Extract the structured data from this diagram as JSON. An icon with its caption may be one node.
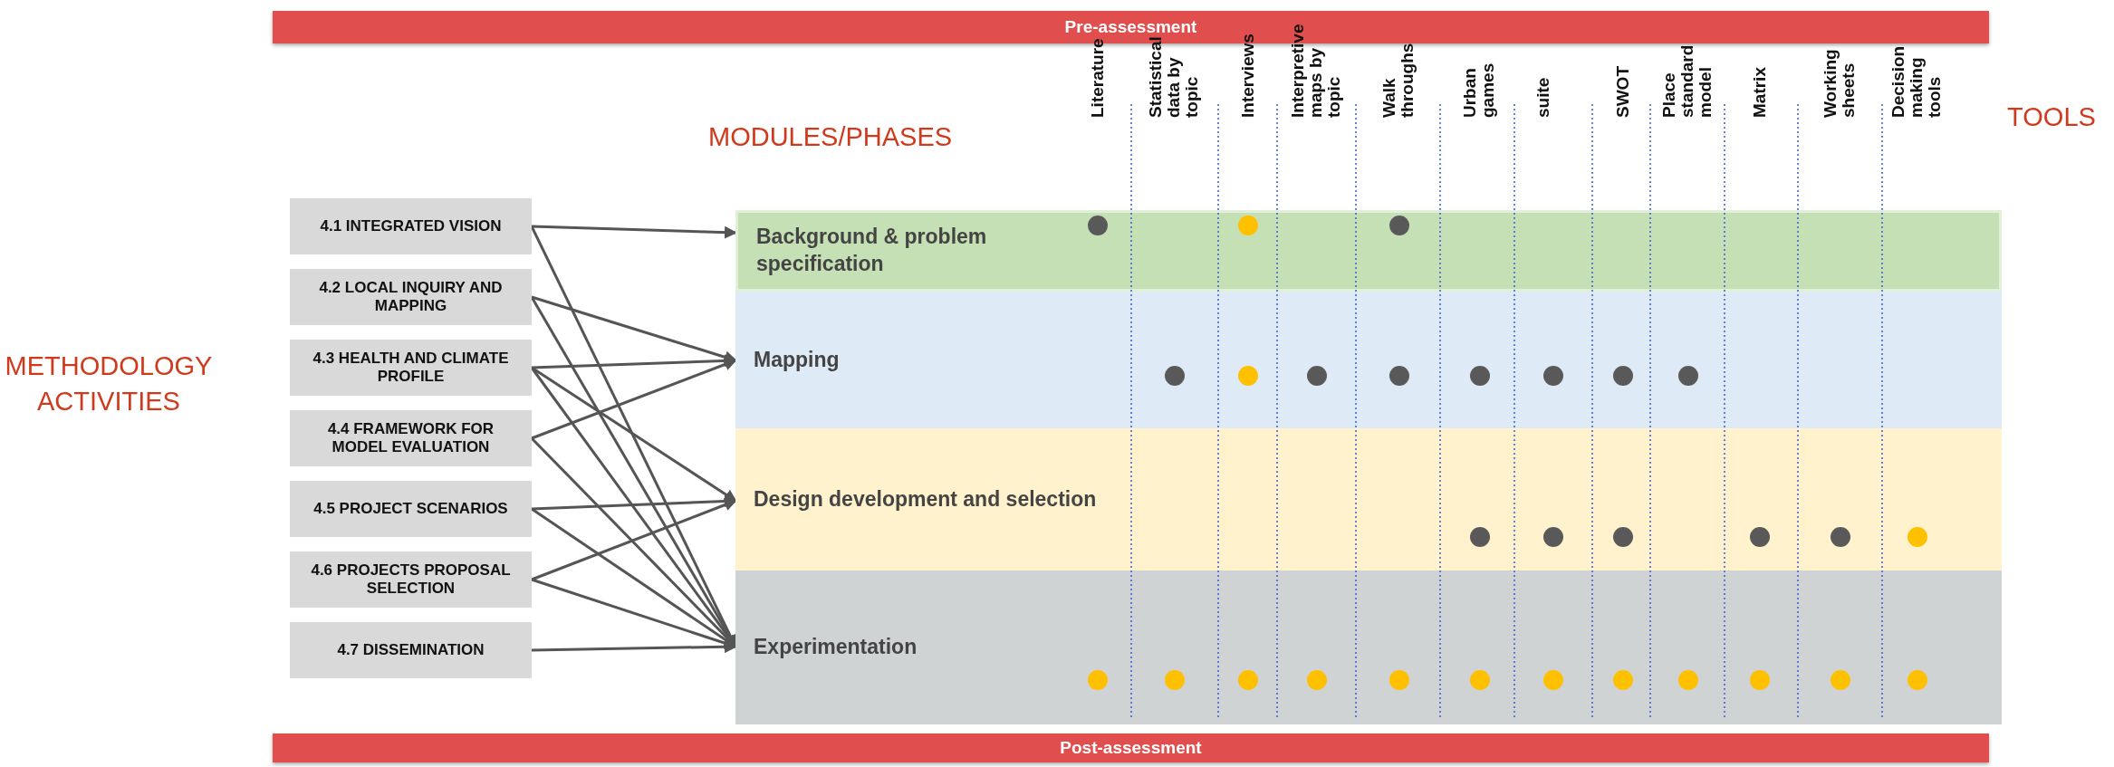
{
  "diagram": {
    "nodes": [
      {
        "text": [
          "Pre-assessment"
        ]
      },
      {
        "text": [
          "4.1 INTEGRATED VISION"
        ]
      },
      {
        "text": [
          "4.2 LOCAL INQUIRY AND MAPPING"
        ]
      },
      {
        "text": [
          "4.3 HEALTH AND CLIMATE PROFILE"
        ]
      },
      {
        "text": [
          "4.4 FRAMEWORK FOR MODEL EVALUATION"
        ]
      },
      {
        "text": [
          "4.5 PROJECT SCENARIOS"
        ]
      },
      {
        "text": [
          "4.6 PROJECTS PROPOSAL SELECTION"
        ]
      },
      {
        "text": [
          "4.7 DISSEMINATION"
        ]
      },
      {
        "text": [
          "Background & problem specification"
        ]
      },
      {
        "text": [
          "Mapping"
        ]
      },
      {
        "text": [
          "Design development and selection"
        ]
      },
      {
        "text": [
          "Experimentation"
        ]
      },
      {
        "text": [
          "Post-assessment"
        ]
      }
    ],
    "edges": [
      {
        "from": 1,
        "to": 8,
        "arrow": "to"
      },
      {
        "from": 1,
        "to": 11,
        "arrow": "to"
      },
      {
        "from": 2,
        "to": 9,
        "arrow": "to"
      },
      {
        "from": 2,
        "to": 11,
        "arrow": "to"
      },
      {
        "from": 3,
        "to": 9,
        "arrow": "to"
      },
      {
        "from": 3,
        "to": 10,
        "arrow": "to"
      },
      {
        "from": 3,
        "to": 11,
        "arrow": "to"
      },
      {
        "from": 4,
        "to": 9,
        "arrow": "to"
      },
      {
        "from": 4,
        "to": 11,
        "arrow": "to"
      },
      {
        "from": 5,
        "to": 10,
        "arrow": "to"
      },
      {
        "from": 5,
        "to": 11,
        "arrow": "to"
      },
      {
        "from": 6,
        "to": 10,
        "arrow": "to"
      },
      {
        "from": 6,
        "to": 11,
        "arrow": "to"
      },
      {
        "from": 7,
        "to": 11,
        "arrow": "to"
      }
    ],
    "labels": [
      "MODULES/PHASES",
      "Literature",
      "Statistical data by topic",
      "Interviews",
      "Interpretive maps by topic",
      "Walk throughs",
      "Urban games",
      "suite",
      "SWOT",
      "Place standard model",
      "Matrix",
      "Working sheets",
      "Decision making tools",
      "TOOLS",
      "METHODOLOGY ACTIVITIES"
    ]
  }
}
